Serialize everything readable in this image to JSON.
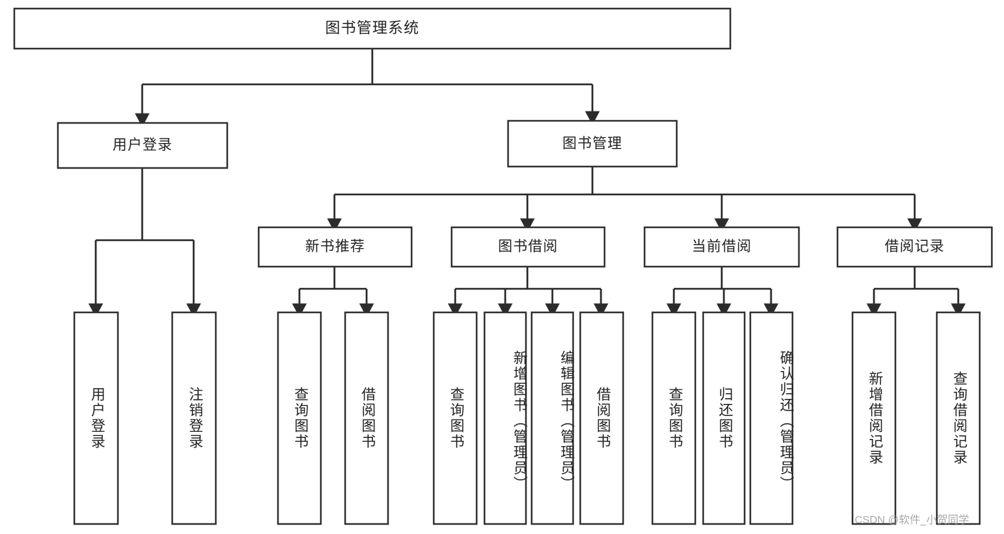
{
  "diagram": {
    "type": "tree",
    "title": "图书管理系统",
    "root": {
      "label": "图书管理系统"
    },
    "level1": [
      {
        "label": "用户登录"
      },
      {
        "label": "图书管理"
      }
    ],
    "level2": [
      {
        "label": "新书推荐"
      },
      {
        "label": "图书借阅"
      },
      {
        "label": "当前借阅"
      },
      {
        "label": "借阅记录"
      }
    ],
    "leaves": {
      "user_login": [
        {
          "label": "用户登录"
        },
        {
          "label": "注销登录"
        }
      ],
      "new_book_recommend": [
        {
          "label": "查询图书"
        },
        {
          "label": "借阅图书"
        }
      ],
      "book_borrow": [
        {
          "label": "查询图书"
        },
        {
          "label": "新增图书（管理员）"
        },
        {
          "label": "编辑图书（管理员）"
        },
        {
          "label": "借阅图书"
        }
      ],
      "current_borrow": [
        {
          "label": "查询图书"
        },
        {
          "label": "归还图书"
        },
        {
          "label": "确认归还（管理员）"
        }
      ],
      "borrow_record": [
        {
          "label": "新增借阅记录"
        },
        {
          "label": "查询借阅记录"
        }
      ]
    }
  },
  "watermark": {
    "text": "CSDN @软件_小贺同学"
  },
  "colors": {
    "box_stroke": "#333333",
    "box_fill": "#ffffff",
    "text": "#222222",
    "watermark": "#9a9a9a",
    "background": "#ffffff"
  }
}
